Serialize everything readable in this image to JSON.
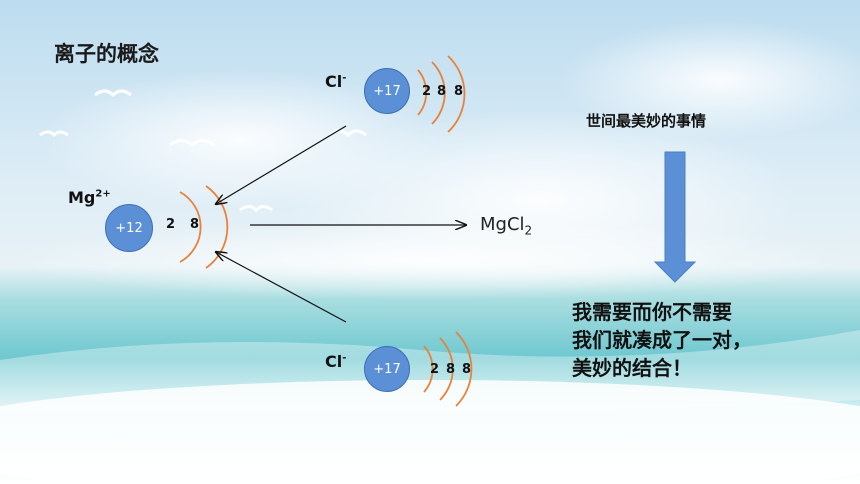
{
  "title": "离子的概念",
  "mg": {
    "symbol": "Mg",
    "charge": "2+",
    "nucleus": "+12",
    "shells": [
      "2",
      "8"
    ]
  },
  "cl_top": {
    "symbol": "Cl",
    "charge": "-",
    "nucleus": "+17",
    "shells": [
      "2",
      "8",
      "8"
    ]
  },
  "cl_bottom": {
    "symbol": "Cl",
    "charge": "-",
    "nucleus": "+17",
    "shells": [
      "2",
      "8",
      "8"
    ]
  },
  "product": {
    "base": "MgCl",
    "subscript": "2"
  },
  "side": {
    "heading": "世间最美妙的事情",
    "lines": [
      "我需要而你不需要",
      "我们就凑成了一对，",
      "美妙的结合！"
    ]
  },
  "colors": {
    "nucleus_fill": "#5b8fd6",
    "shell_arc": "#e8823a",
    "down_arrow": "#5b8fd6",
    "sky": "#cfe6f3",
    "sea": "#7fcfd6"
  }
}
